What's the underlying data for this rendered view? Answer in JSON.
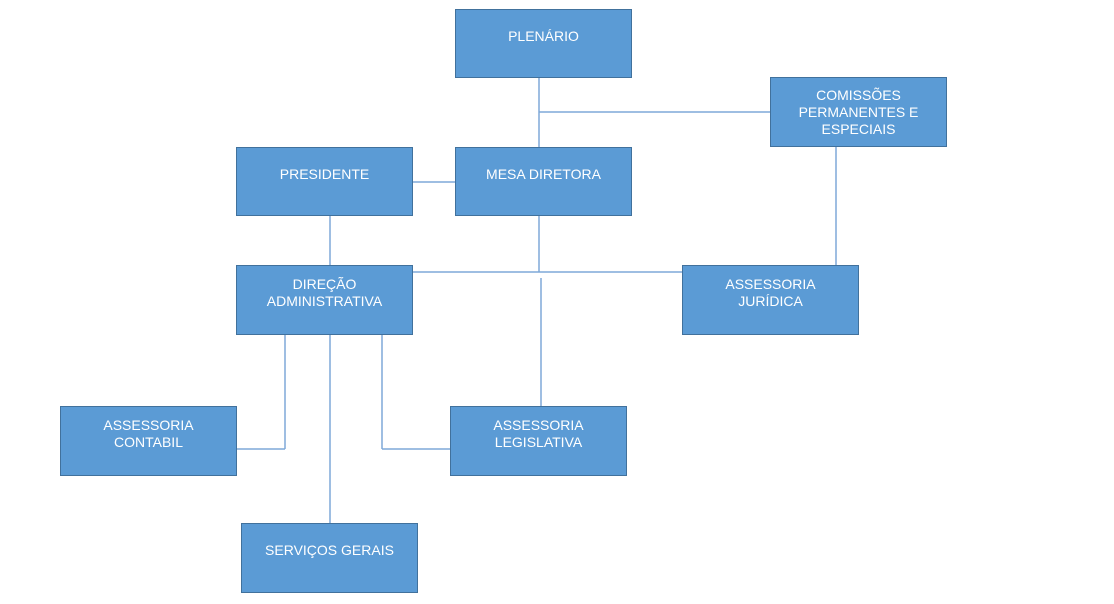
{
  "colors": {
    "box_fill": "#5b9bd5",
    "box_border": "#41719c",
    "connector": "#7fa8d8",
    "text": "#ffffff"
  },
  "nodes": {
    "plenario": {
      "lines": [
        "PLENÁRIO"
      ]
    },
    "comissoes": {
      "lines": [
        "COMISSÕES",
        "PERMANENTES E",
        "ESPECIAIS"
      ]
    },
    "presidente": {
      "lines": [
        "PRESIDENTE"
      ]
    },
    "mesa_diretora": {
      "lines": [
        "MESA DIRETORA"
      ]
    },
    "direcao_administrativa": {
      "lines": [
        "DIREÇÃO",
        "ADMINISTRATIVA"
      ]
    },
    "assessoria_juridica": {
      "lines": [
        "ASSESSORIA",
        "JURÍDICA"
      ]
    },
    "assessoria_contabil": {
      "lines": [
        "ASSESSORIA",
        "CONTABIL"
      ]
    },
    "assessoria_legislativa": {
      "lines": [
        "ASSESSORIA",
        "LEGISLATIVA"
      ]
    },
    "servicos_gerais": {
      "lines": [
        "SERVIÇOS GERAIS"
      ]
    }
  }
}
